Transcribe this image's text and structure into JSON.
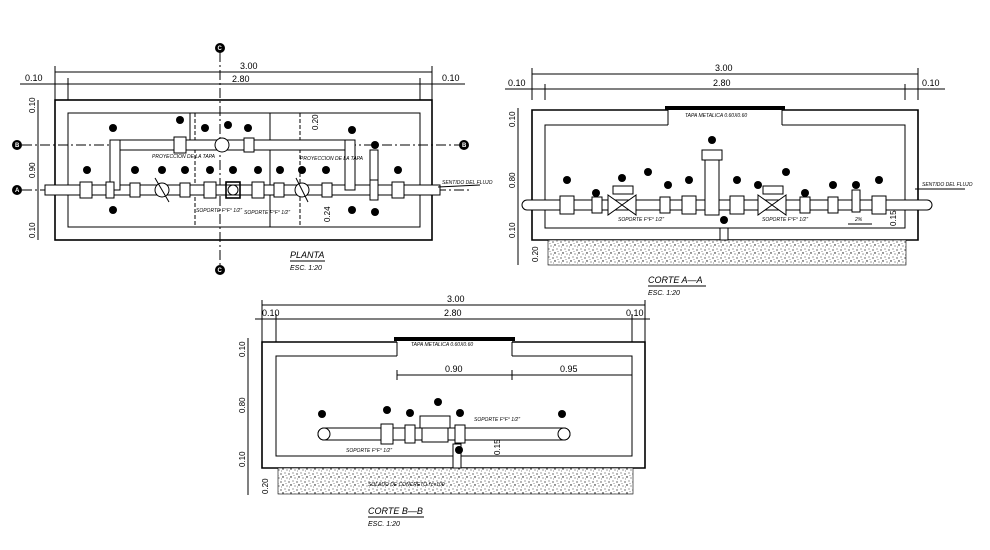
{
  "plan": {
    "title": "PLANTA",
    "scale": "ESC. 1:20",
    "dim_total": "3.00",
    "dim_inner": "2.80",
    "dim_left": "0.10",
    "dim_right": "0.10",
    "dim_top": "0.10",
    "dim_mid": "0.90",
    "dim_bot": "0.10",
    "dim_020": "0.20",
    "dim_024": "0.24",
    "soporte_a": "SOPORTE F°F° 1/2\"",
    "soporte_b": "SOPORTE F°F° 1/2\"",
    "note_flow": "SENTIDO DEL FLUJO",
    "note_proj1": "PROYECCION DE LA TAPA",
    "note_proj2": "PROYECCION DE LA TAPA",
    "axis_a": "A",
    "axis_b": "B",
    "axis_c": "C"
  },
  "section_a": {
    "title": "CORTE A—A",
    "scale": "ESC. 1:20",
    "dim_total": "3.00",
    "dim_inner": "2.80",
    "dim_left": "0.10",
    "dim_right": "0.10",
    "dim_top": "0.10",
    "dim_mid": "0.80",
    "dim_bot": "0.10",
    "dim_base": "0.20",
    "dim_015": "0.15",
    "lid": "TAPA METALICA 0.60X0.60",
    "soporte_a": "SOPORTE F°F° 1/2\"",
    "soporte_b": "SOPORTE F°F° 1/2\"",
    "slope": "2%",
    "note_flow": "SENTIDO DEL FLUJO"
  },
  "section_b": {
    "title": "CORTE B—B",
    "scale": "ESC. 1:20",
    "dim_total": "3.00",
    "dim_inner": "2.80",
    "dim_left": "0.10",
    "dim_right": "0.10",
    "dim_top": "0.10",
    "dim_mid": "0.80",
    "dim_bot": "0.10",
    "dim_base": "0.20",
    "dim_090": "0.90",
    "dim_095": "0.95",
    "dim_015": "0.15",
    "lid": "TAPA METALICA 0.60X0.60",
    "soporte_a": "SOPORTE F°F° 1/2\"",
    "soporte_b": "SOPORTE F°F° 1/2\"",
    "base_note": "SOLADO DE CONCRETO f'c=100"
  },
  "tag_label": "B"
}
